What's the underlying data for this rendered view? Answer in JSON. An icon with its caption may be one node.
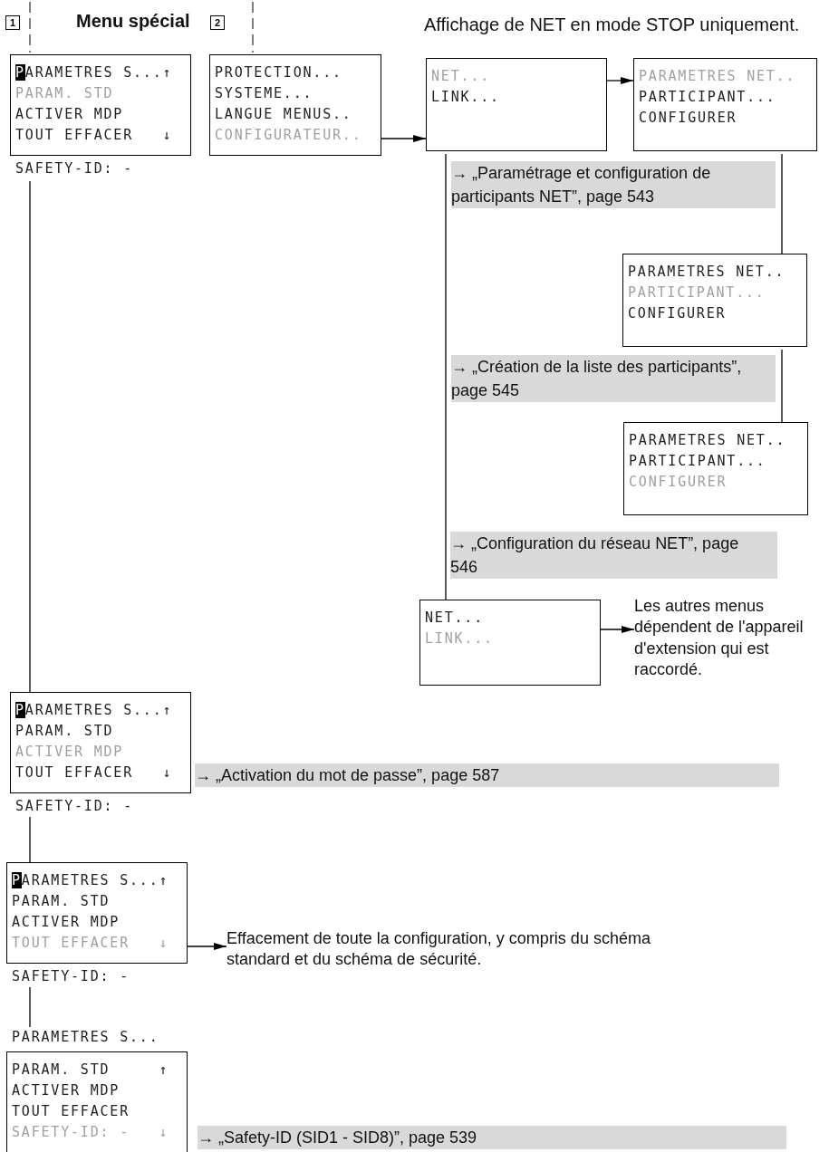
{
  "diagram": {
    "title": "Menu spécial",
    "nodes": [
      {
        "text": [
          "PARAMETRES S...↑",
          "PARAM. STD",
          "ACTIVER MDP",
          "TOUT EFFACER   ↓"
        ],
        "beside": [
          "SAFETY-ID: -"
        ]
      },
      {
        "text": [
          "PROTECTION...",
          "SYSTEME...",
          "LANGUE MENUS..",
          "CONFIGURATEUR.."
        ]
      },
      {
        "text": [
          "NET...",
          "LINK..."
        ]
      },
      {
        "text": [
          "PARAMETRES NET..",
          "PARTICIPANT...",
          "CONFIGURER"
        ]
      },
      {
        "text": [
          "PARAMETRES NET..",
          "PARTICIPANT...",
          "CONFIGURER"
        ]
      },
      {
        "text": [
          "PARAMETRES NET..",
          "PARTICIPANT...",
          "CONFIGURER"
        ]
      },
      {
        "text": [
          "NET...",
          "LINK..."
        ]
      },
      {
        "text": [
          "Les autres menus dépendent de l'appareil d'extension qui est raccordé."
        ]
      },
      {
        "text": [
          "PARAMETRES S...↑",
          "PARAM. STD",
          "ACTIVER MDP",
          "TOUT EFFACER   ↓"
        ],
        "beside": [
          "SAFETY-ID: -"
        ]
      },
      {
        "text": [
          "PARAMETRES S...↑",
          "PARAM. STD",
          "ACTIVER MDP",
          "TOUT EFFACER   ↓"
        ],
        "beside": [
          "SAFETY-ID: -"
        ]
      },
      {
        "text": [
          "Effacement de toute la configuration, y compris du schéma standard et du schéma de sécurité."
        ]
      },
      {
        "text": [
          "PARAM. STD     ↑",
          "ACTIVER MDP",
          "TOUT EFFACER",
          "SAFETY-ID: -   ↓"
        ],
        "beside": [
          "PARAMETRES S..."
        ]
      }
    ],
    "edges": [
      {
        "from": 1,
        "to": 2,
        "arrow": "to"
      },
      {
        "from": 2,
        "to": 3,
        "arrow": "to"
      },
      {
        "from": 3,
        "to": 4,
        "arrow": "none"
      },
      {
        "from": 4,
        "to": 5,
        "arrow": "none"
      },
      {
        "from": 2,
        "to": 6,
        "arrow": "none"
      },
      {
        "from": 6,
        "to": 7,
        "arrow": "to"
      },
      {
        "from": 0,
        "to": 8,
        "arrow": "none"
      },
      {
        "from": 8,
        "to": 9,
        "arrow": "none"
      },
      {
        "from": 9,
        "to": 10,
        "arrow": "to"
      },
      {
        "from": 9,
        "to": 11,
        "arrow": "none"
      }
    ],
    "labels": [
      "1",
      "2",
      "Affichage de NET en mode STOP uniquement.",
      "→ „Paramétrage et configuration de participants NET”, page 543",
      "→ „Création de la liste des participants”, page 545",
      "→ „Configuration du réseau NET”, page 546",
      "→ „Activation du mot de passe”, page 587",
      "→ „Safety-ID (SID1 - SID8)”, page 539"
    ]
  }
}
